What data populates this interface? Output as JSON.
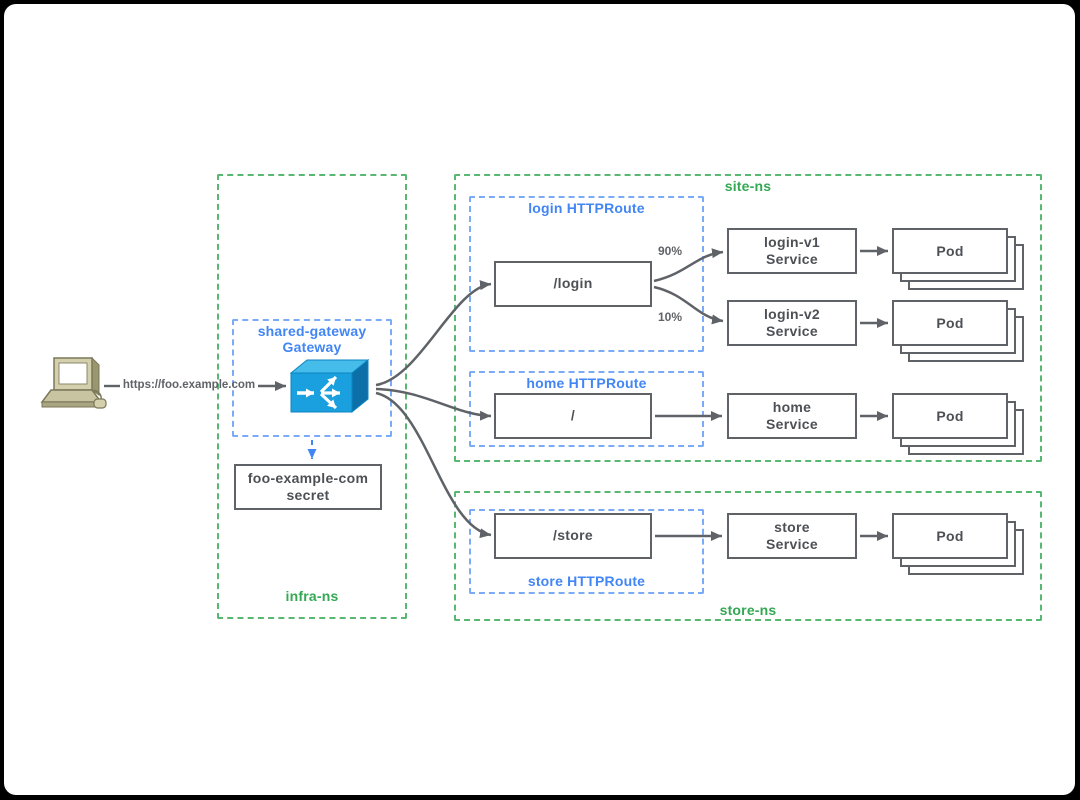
{
  "colors": {
    "namespace_green": "#34a853",
    "route_blue": "#4285f4",
    "line_gray": "#5f6368",
    "gateway_icon_front": "#1a9fdf",
    "gateway_icon_top": "#45bcea",
    "gateway_icon_side": "#0c6fa8"
  },
  "client": {
    "url_label": "https://foo.example.com"
  },
  "infra_ns": {
    "label": "infra-ns",
    "gateway_box": {
      "line1": "shared-gateway",
      "line2": "Gateway"
    },
    "secret_box": {
      "line1": "foo-example-com",
      "line2": "secret"
    }
  },
  "site_ns": {
    "label": "site-ns",
    "login_route": {
      "label": "login HTTPRoute",
      "path_label": "/login",
      "services": [
        {
          "weight": "90%",
          "line1": "login-v1",
          "line2": "Service",
          "pod_label": "Pod"
        },
        {
          "weight": "10%",
          "line1": "login-v2",
          "line2": "Service",
          "pod_label": "Pod"
        }
      ]
    },
    "home_route": {
      "label": "home HTTPRoute",
      "path_label": "/",
      "service": {
        "line1": "home",
        "line2": "Service"
      },
      "pod_label": "Pod"
    }
  },
  "store_ns": {
    "label": "store-ns",
    "store_route": {
      "label": "store HTTPRoute",
      "path_label": "/store",
      "service": {
        "line1": "store",
        "line2": "Service"
      },
      "pod_label": "Pod"
    }
  }
}
